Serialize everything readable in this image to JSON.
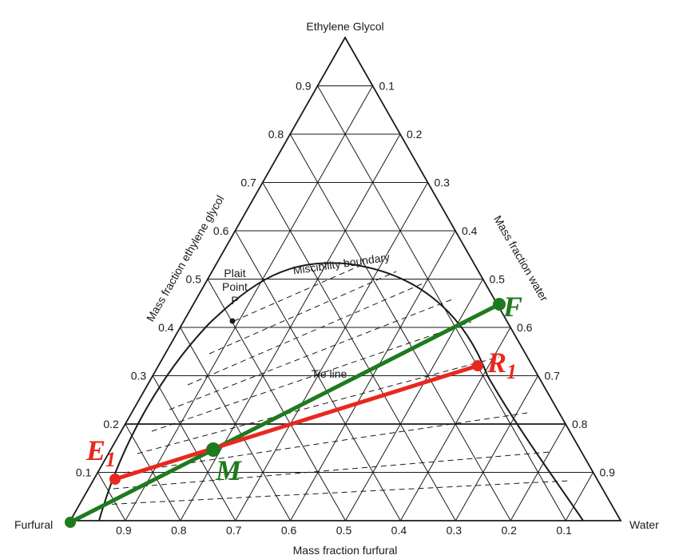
{
  "diagram": {
    "corners": {
      "top": "Ethylene Glycol",
      "left": "Furfural",
      "right": "Water"
    },
    "axis_titles": {
      "left": "Mass fraction ethylene glycol",
      "right": "Mass fraction water",
      "bottom": "Mass fraction furfural"
    },
    "ticks": {
      "left": [
        "0.1",
        "0.2",
        "0.3",
        "0.4",
        "0.5",
        "0.6",
        "0.7",
        "0.8",
        "0.9"
      ],
      "right": [
        "0.1",
        "0.2",
        "0.3",
        "0.4",
        "0.5",
        "0.6",
        "0.7",
        "0.8",
        "0.9"
      ],
      "bottom": [
        "0.9",
        "0.8",
        "0.7",
        "0.6",
        "0.5",
        "0.4",
        "0.3",
        "0.2",
        "0.1"
      ]
    },
    "annotations": {
      "plait_line1": "Plait",
      "plait_line2": "Point",
      "plait_line3": "P",
      "miscibility": "Miscibility boundary",
      "tie_line": "Tie line"
    },
    "points": {
      "F": {
        "label": "F",
        "color": "#1e7a1e"
      },
      "M": {
        "label": "M",
        "color": "#1e7a1e"
      },
      "E1": {
        "label": "E",
        "sub": "1",
        "color": "#e8281e"
      },
      "R1": {
        "label": "R",
        "sub": "1",
        "color": "#e8281e"
      },
      "Furfural": {
        "color": "#1e7a1e"
      }
    },
    "colors": {
      "grid": "#1a1a1a",
      "feed_line": "#1e7a1e",
      "tie_line_red": "#e8281e"
    }
  }
}
